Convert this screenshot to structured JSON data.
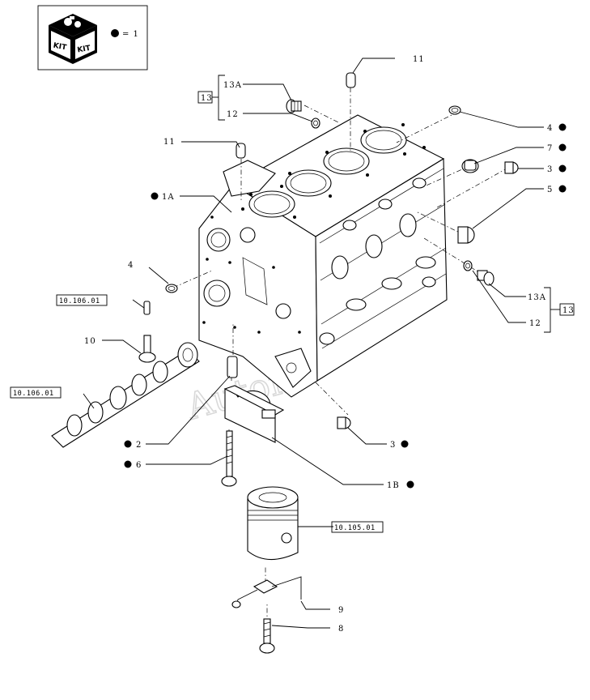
{
  "legend": {
    "kit_word_1": "KIT",
    "kit_word_2": "KIT",
    "equals_label": "= 1",
    "colors": {
      "line": "#000000",
      "background": "#ffffff",
      "watermark": "#d9d9d9"
    }
  },
  "watermark": "Autofit",
  "callouts": {
    "c11_top": "11",
    "c13a_top": "13A",
    "c12_top": "12",
    "c13_top": "13",
    "c11_left": "11",
    "c1a": "1A",
    "c4_left": "4",
    "c10": "10",
    "c2": "2",
    "c6": "6",
    "c4_right": "4",
    "c7": "7",
    "c3_right": "3",
    "c5": "5",
    "c13a_right": "13A",
    "c12_right": "12",
    "c13_right": "13",
    "c3_low": "3",
    "c1b": "1B",
    "c9": "9",
    "c8": "8"
  },
  "references": {
    "ref_left_upper": "10.106.01",
    "ref_left_lower": "10.106.01",
    "ref_piston": "10.105.01"
  }
}
